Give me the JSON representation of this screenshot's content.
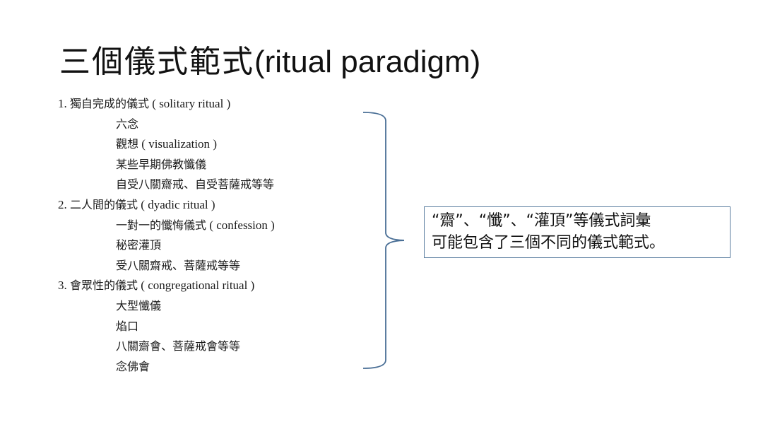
{
  "title": {
    "cjk": "三個儀式範式",
    "latin": "(ritual paradigm)"
  },
  "outline": [
    {
      "type": "head",
      "num": "1.",
      "zh": "獨自完成的儀式",
      "en": "solitary ritual"
    },
    {
      "type": "sub",
      "zh": "六念"
    },
    {
      "type": "sub",
      "zh": "觀想",
      "en": "visualization"
    },
    {
      "type": "sub",
      "zh": "某些早期佛教懺儀"
    },
    {
      "type": "sub",
      "zh": "自受八關齋戒、自受菩薩戒等等"
    },
    {
      "type": "head",
      "num": "2.",
      "zh": "二人間的儀式",
      "en": "dyadic ritual"
    },
    {
      "type": "sub",
      "zh": "一對一的懺悔儀式",
      "en": "confession"
    },
    {
      "type": "sub",
      "zh": "秘密灌頂"
    },
    {
      "type": "sub",
      "zh": "受八關齋戒、菩薩戒等等"
    },
    {
      "type": "head",
      "num": "3.",
      "zh": "會眾性的儀式",
      "en": "congregational ritual"
    },
    {
      "type": "sub",
      "zh": "大型懺儀"
    },
    {
      "type": "sub",
      "zh": "焰口"
    },
    {
      "type": "sub",
      "zh": "八關齋會、菩薩戒會等等"
    },
    {
      "type": "sub",
      "zh": "念佛會"
    }
  ],
  "callout": {
    "line1": "“齋”、“懺”、“灌頂”等儀式詞彙",
    "line2": "可能包含了三個不同的儀式範式。"
  },
  "colors": {
    "brace": "#4a6f96",
    "callout_border": "#5b7ea0"
  }
}
